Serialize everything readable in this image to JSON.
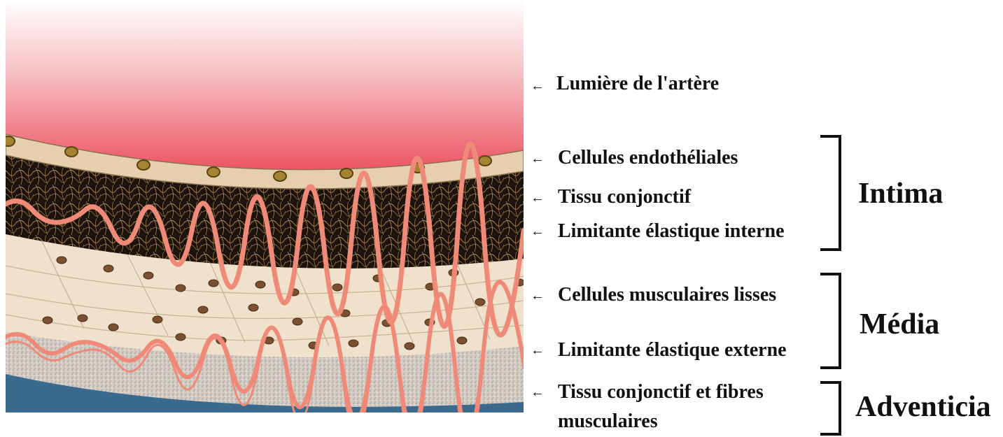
{
  "labels": {
    "lumen": "Lumière de l'artère",
    "endothelial_cells": "Cellules endothéliales",
    "intima_connective": "Tissu conjonctif",
    "internal_elastic": "Limitante élastique interne",
    "smooth_muscle": "Cellules musculaires lisses",
    "external_elastic": "Limitante élastique externe",
    "adventitia_tissue_line1": "Tissu conjonctif et fibres",
    "adventitia_tissue_line2": "musculaires"
  },
  "groups": {
    "intima": "Intima",
    "media": "Média",
    "adventitia": "Adventicia"
  },
  "arrow_glyph": "←",
  "colors": {
    "lumen_top": "#ffffff",
    "lumen_bottom": "#e8283c",
    "endothelium": "#e6cfae",
    "nucleus": "#8a6a1a",
    "intima_dark": "#1c140c",
    "fibers": "#b88a50",
    "elastic": "#f08a78",
    "media": "#efe1cc",
    "muscle_nucleus": "#7a5030",
    "adventitia": "#cfc8c0",
    "outer_blue": "#3a6a8e"
  }
}
